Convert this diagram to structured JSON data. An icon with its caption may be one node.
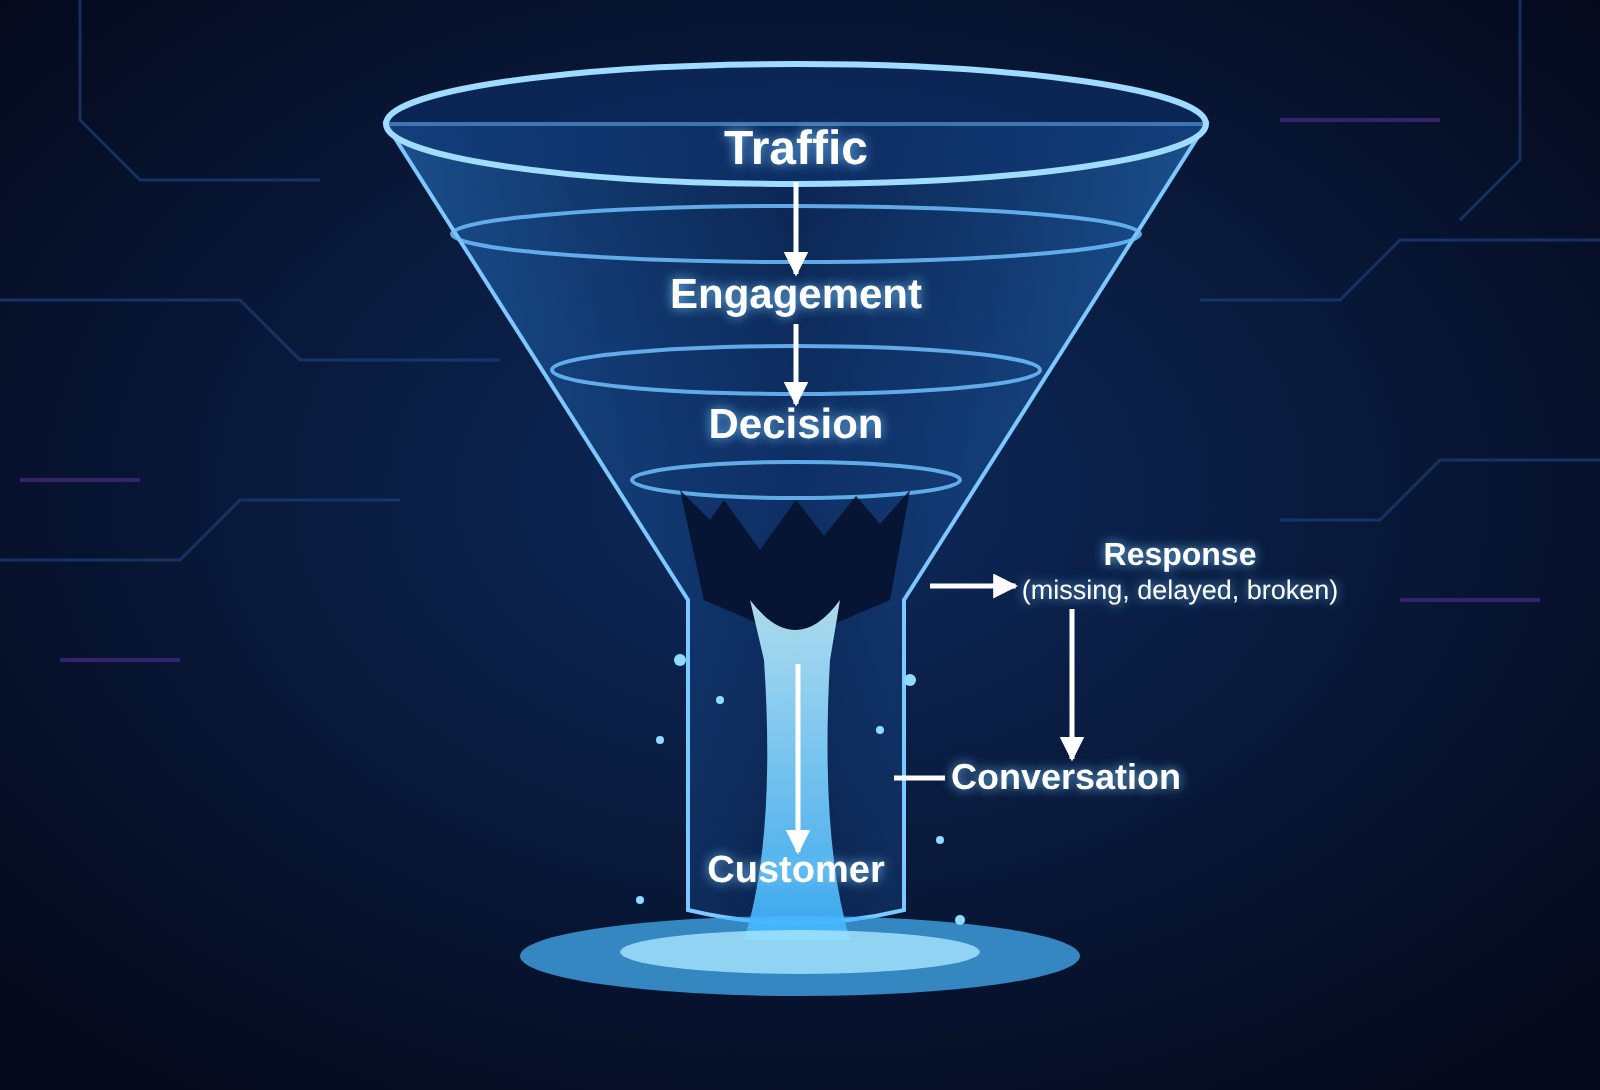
{
  "diagram": {
    "nodes": [
      {
        "text": [
          "Traffic"
        ]
      },
      {
        "text": [
          "Engagement"
        ]
      },
      {
        "text": [
          "Decision"
        ]
      },
      {
        "text": [
          "Response",
          "(missing, delayed, broken)"
        ]
      },
      {
        "text": [
          "Conversation"
        ]
      },
      {
        "text": [
          "Customer"
        ]
      }
    ],
    "edges": [
      {
        "from": 0,
        "to": 1,
        "arrow": "to"
      },
      {
        "from": 1,
        "to": 2,
        "arrow": "to"
      },
      {
        "from": null,
        "to": 3,
        "arrow": "to"
      },
      {
        "from": 3,
        "to": 4,
        "arrow": "to"
      },
      {
        "from": 4,
        "to": null,
        "arrow": "none"
      },
      {
        "from": null,
        "to": 5,
        "arrow": "to"
      }
    ]
  }
}
